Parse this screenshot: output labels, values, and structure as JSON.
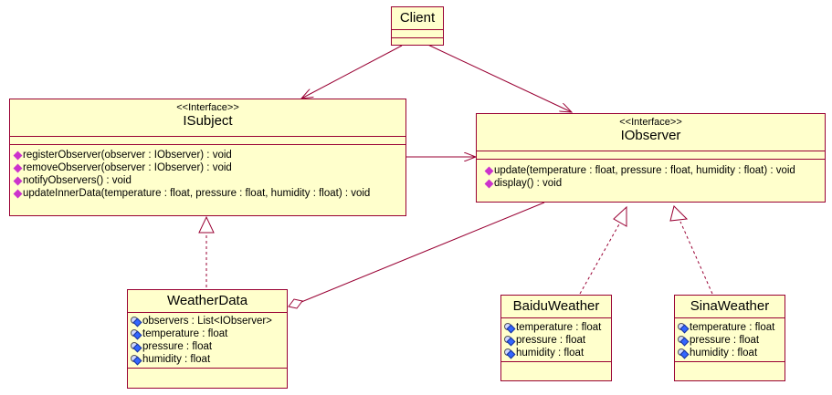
{
  "client": {
    "name": "Client"
  },
  "isubject": {
    "stereotype": "<<Interface>>",
    "name": "ISubject",
    "operations": [
      "registerObserver(observer : IObserver) : void",
      "removeObserver(observer : IObserver) : void",
      "notifyObservers() : void",
      "updateInnerData(temperature : float, pressure : float, humidity : float) : void"
    ]
  },
  "iobserver": {
    "stereotype": "<<Interface>>",
    "name": "IObserver",
    "operations": [
      "update(temperature : float, pressure : float, humidity : float) : void",
      "display() : void"
    ]
  },
  "weatherdata": {
    "name": "WeatherData",
    "attributes": [
      "observers : List<IObserver>",
      "temperature : float",
      "pressure : float",
      "humidity : float"
    ]
  },
  "baiduweather": {
    "name": "BaiduWeather",
    "attributes": [
      "temperature : float",
      "pressure : float",
      "humidity : float"
    ]
  },
  "sinaweather": {
    "name": "SinaWeather",
    "attributes": [
      "temperature : float",
      "pressure : float",
      "humidity : float"
    ]
  },
  "colors": {
    "fill": "#ffffcc",
    "border": "#990033",
    "operation_icon": "#cc33cc",
    "attribute_icon": "#3366ff"
  }
}
